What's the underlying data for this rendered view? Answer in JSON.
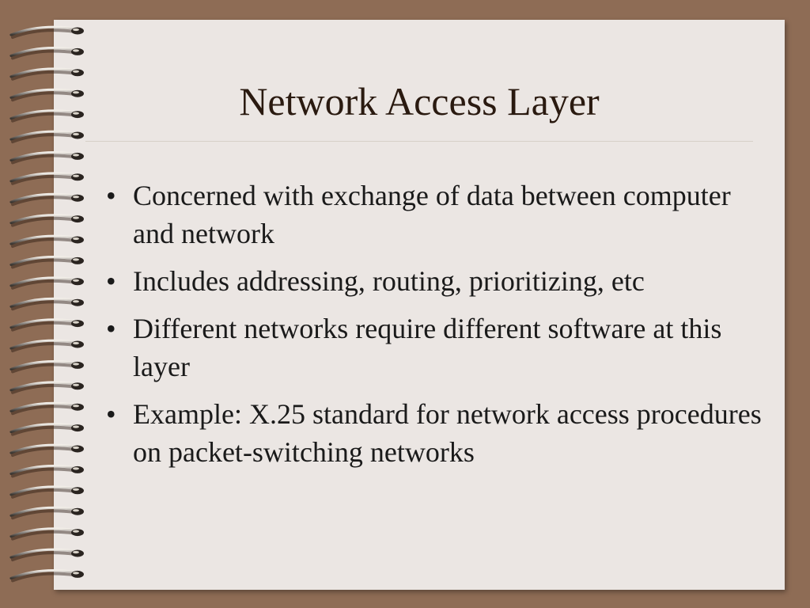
{
  "slide": {
    "title": "Network Access Layer",
    "bullet_glyph": "•",
    "bullets": [
      "Concerned with exchange of data between computer and network",
      "Includes addressing, routing, prioritizing, etc",
      "Different networks require different software at this layer",
      "Example: X.25 standard for network access procedures on packet-switching networks"
    ]
  },
  "colors": {
    "background": "#8e6c55",
    "page": "#ebe6e3",
    "text": "#1a1a1a"
  }
}
